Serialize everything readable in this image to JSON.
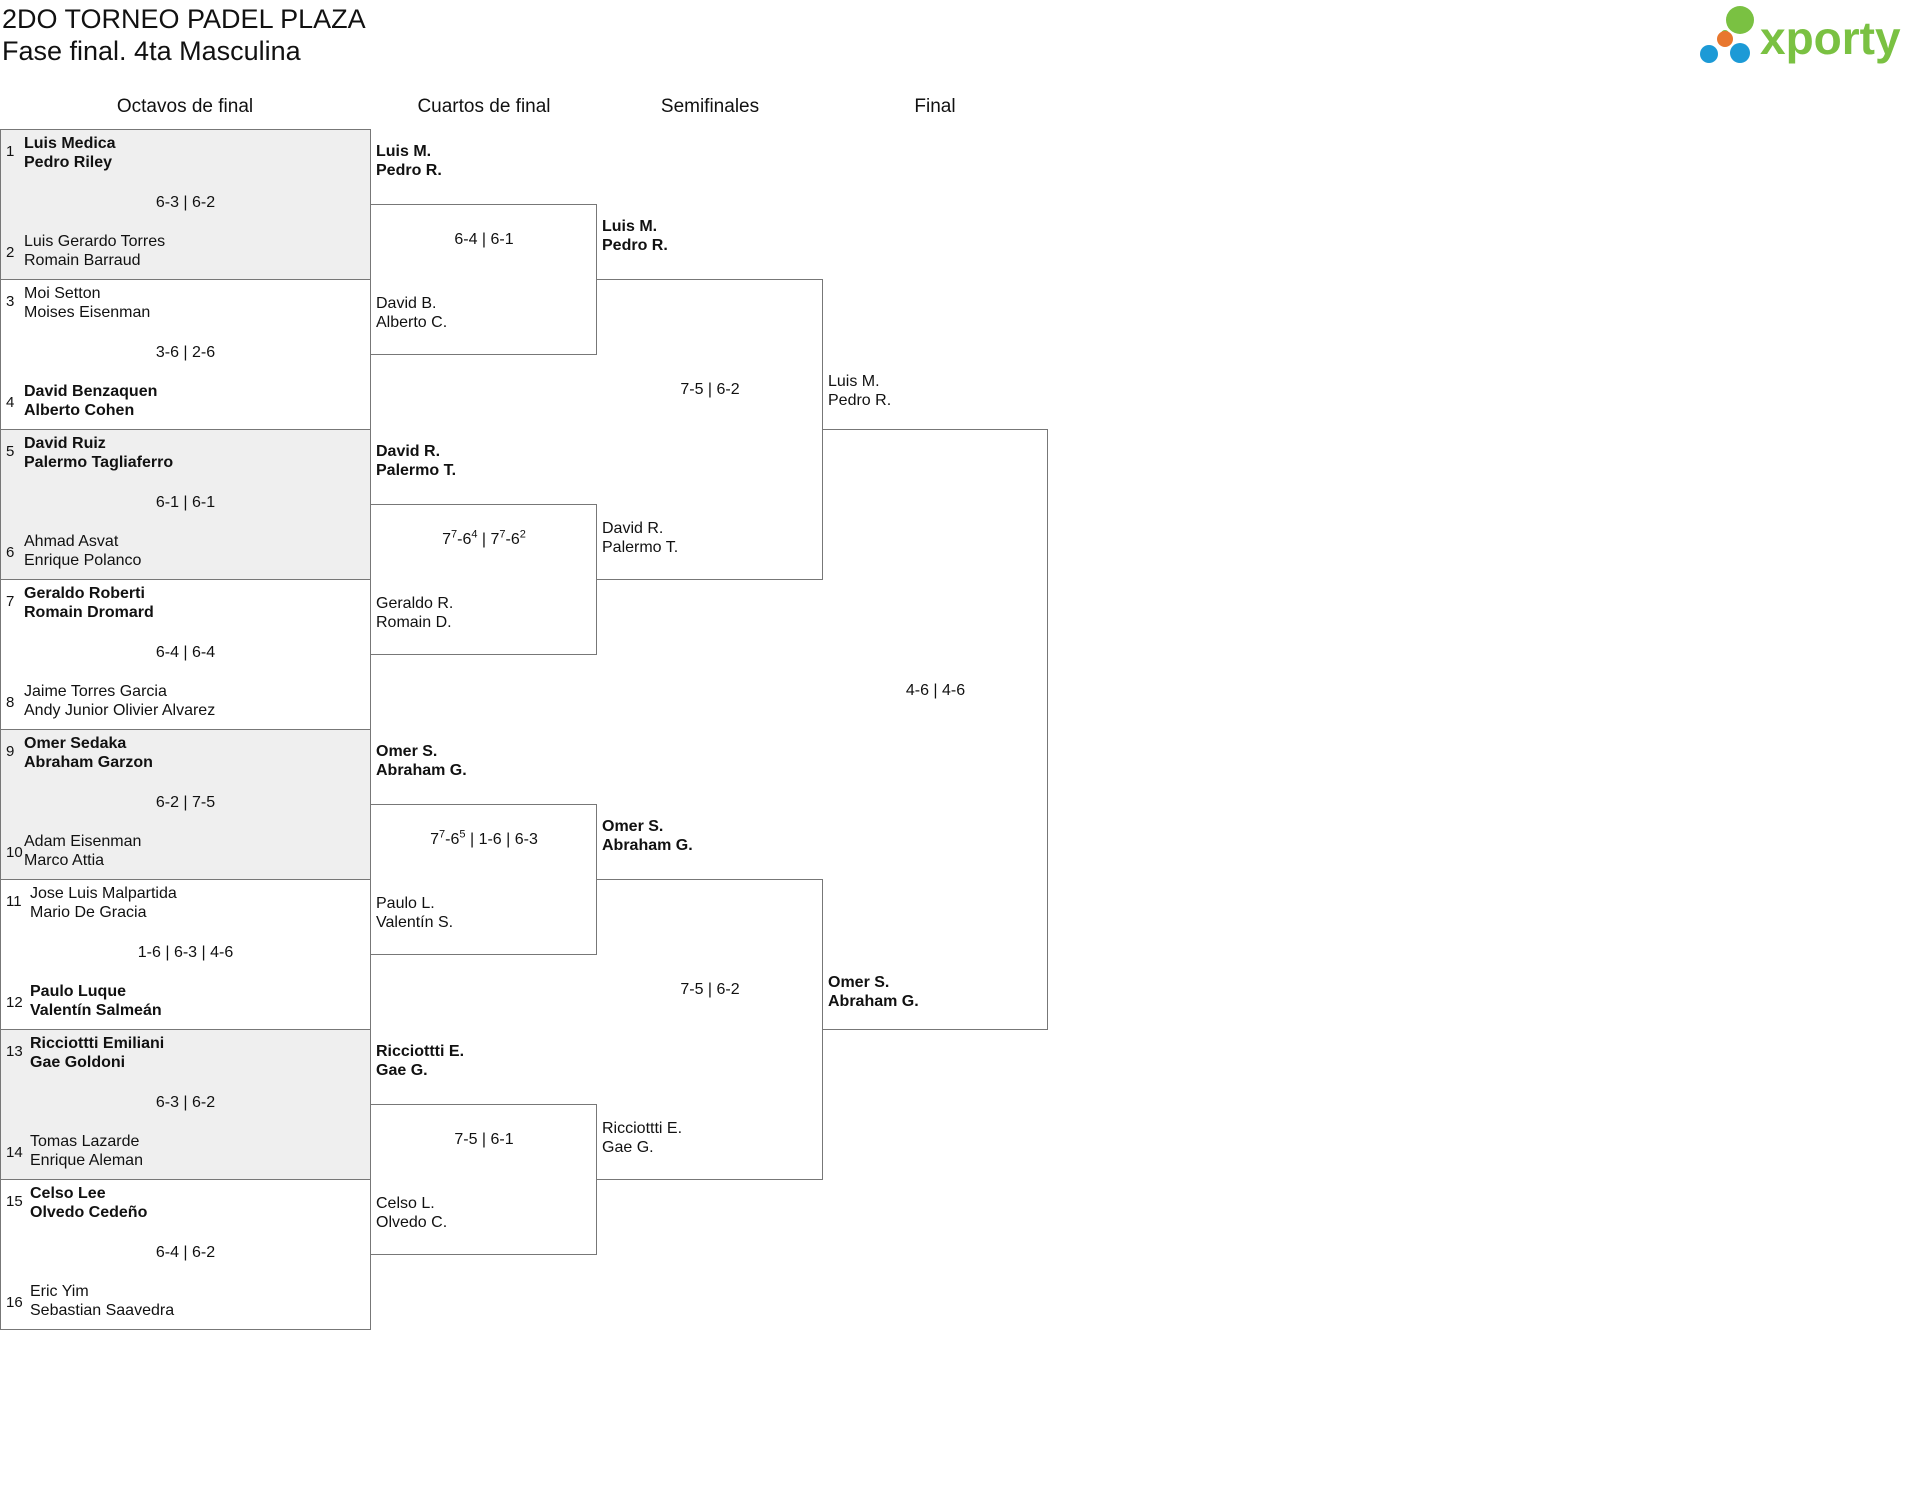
{
  "tournament": {
    "title": "2DO TORNEO PADEL PLAZA",
    "subtitle": "Fase final. 4ta Masculina"
  },
  "logo": {
    "text": "xporty",
    "colors": {
      "green": "#7ac142",
      "orange": "#e8772e",
      "blue": "#1c9ad6"
    }
  },
  "rounds": [
    "Octavos de final",
    "Cuartos de final",
    "Semifinales",
    "Final"
  ],
  "round_of_16": [
    {
      "top": {
        "seed": "1",
        "p1": "Luis Medica",
        "p2": "Pedro Riley",
        "winner": true
      },
      "bottom": {
        "seed": "2",
        "p1": "Luis Gerardo Torres",
        "p2": "Romain Barraud",
        "winner": false
      },
      "score": "6-3 | 6-2"
    },
    {
      "top": {
        "seed": "3",
        "p1": "Moi Setton",
        "p2": "Moises Eisenman",
        "winner": false
      },
      "bottom": {
        "seed": "4",
        "p1": "David Benzaquen",
        "p2": "Alberto Cohen",
        "winner": true
      },
      "score": "3-6 | 2-6"
    },
    {
      "top": {
        "seed": "5",
        "p1": "David Ruiz",
        "p2": "Palermo Tagliaferro",
        "winner": true
      },
      "bottom": {
        "seed": "6",
        "p1": "Ahmad Asvat",
        "p2": "Enrique Polanco",
        "winner": false
      },
      "score": "6-1 | 6-1"
    },
    {
      "top": {
        "seed": "7",
        "p1": "Geraldo Roberti",
        "p2": "Romain Dromard",
        "winner": true
      },
      "bottom": {
        "seed": "8",
        "p1": "Jaime Torres Garcia",
        "p2": "Andy Junior Olivier Alvarez",
        "winner": false
      },
      "score": "6-4 | 6-4"
    },
    {
      "top": {
        "seed": "9",
        "p1": "Omer Sedaka",
        "p2": "Abraham Garzon",
        "winner": true
      },
      "bottom": {
        "seed": "10",
        "p1": "Adam Eisenman",
        "p2": "Marco Attia",
        "winner": false
      },
      "score": "6-2 | 7-5"
    },
    {
      "top": {
        "seed": "11",
        "p1": "Jose Luis Malpartida",
        "p2": "Mario De Gracia",
        "winner": false
      },
      "bottom": {
        "seed": "12",
        "p1": "Paulo Luque",
        "p2": "Valentín Salmeán",
        "winner": true
      },
      "score": "1-6 | 6-3 | 4-6"
    },
    {
      "top": {
        "seed": "13",
        "p1": "Ricciottti Emiliani",
        "p2": "Gae Goldoni",
        "winner": true
      },
      "bottom": {
        "seed": "14",
        "p1": "Tomas Lazarde",
        "p2": "Enrique Aleman",
        "winner": false
      },
      "score": "6-3 | 6-2"
    },
    {
      "top": {
        "seed": "15",
        "p1": "Celso Lee",
        "p2": "Olvedo Cedeño",
        "winner": true
      },
      "bottom": {
        "seed": "16",
        "p1": "Eric Yim",
        "p2": "Sebastian Saavedra",
        "winner": false
      },
      "score": "6-4 | 6-2"
    }
  ],
  "quarterfinals": [
    {
      "top": {
        "p1": "Luis M.",
        "p2": "Pedro R.",
        "winner": true
      },
      "bottom": {
        "p1": "David B.",
        "p2": "Alberto C.",
        "winner": false
      },
      "score": [
        {
          "t": "6-4 | 6-1"
        }
      ]
    },
    {
      "top": {
        "p1": "David R.",
        "p2": "Palermo T.",
        "winner": true
      },
      "bottom": {
        "p1": "Geraldo R.",
        "p2": "Romain D.",
        "winner": false
      },
      "score": [
        {
          "t": "7"
        },
        {
          "s": "7"
        },
        {
          "t": "-6"
        },
        {
          "s": "4"
        },
        {
          "t": " | 7"
        },
        {
          "s": "7"
        },
        {
          "t": "-6"
        },
        {
          "s": "2"
        }
      ]
    },
    {
      "top": {
        "p1": "Omer S.",
        "p2": "Abraham G.",
        "winner": true
      },
      "bottom": {
        "p1": "Paulo L.",
        "p2": "Valentín S.",
        "winner": false
      },
      "score": [
        {
          "t": "7"
        },
        {
          "s": "7"
        },
        {
          "t": "-6"
        },
        {
          "s": "5"
        },
        {
          "t": " | 1-6 | 6-3"
        }
      ]
    },
    {
      "top": {
        "p1": "Ricciottti E.",
        "p2": "Gae G.",
        "winner": true
      },
      "bottom": {
        "p1": "Celso L.",
        "p2": "Olvedo C.",
        "winner": false
      },
      "score": [
        {
          "t": "7-5 | 6-1"
        }
      ]
    }
  ],
  "semifinals": [
    {
      "top": {
        "p1": "Luis M.",
        "p2": "Pedro R.",
        "winner": true
      },
      "bottom": {
        "p1": "David R.",
        "p2": "Palermo T.",
        "winner": false
      },
      "score": "7-5 | 6-2"
    },
    {
      "top": {
        "p1": "Omer S.",
        "p2": "Abraham G.",
        "winner": true
      },
      "bottom": {
        "p1": "Ricciottti E.",
        "p2": "Gae G.",
        "winner": false
      },
      "score": "7-5 | 6-2"
    }
  ],
  "final": {
    "top": {
      "p1": "Luis M.",
      "p2": "Pedro R.",
      "winner": false
    },
    "bottom": {
      "p1": "Omer S.",
      "p2": "Abraham G.",
      "winner": true
    },
    "score": "4-6 | 4-6"
  }
}
